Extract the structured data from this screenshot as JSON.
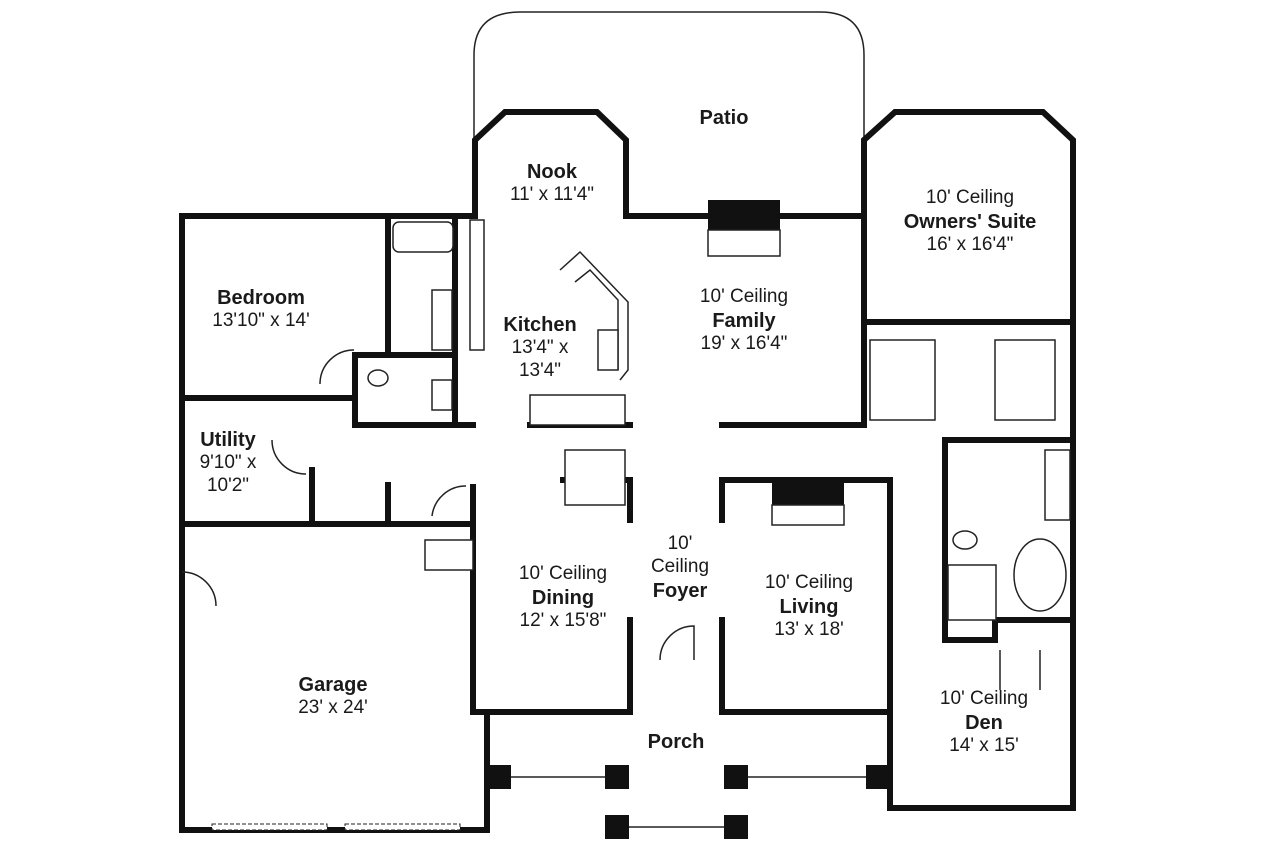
{
  "rooms": {
    "patio": {
      "name": "Patio"
    },
    "nook": {
      "name": "Nook",
      "size": "11' x 11'4\""
    },
    "family": {
      "ceiling": "10' Ceiling",
      "name": "Family",
      "size": "19' x 16'4\""
    },
    "owners": {
      "ceiling": "10' Ceiling",
      "name": "Owners' Suite",
      "size": "16' x 16'4\""
    },
    "bedroom": {
      "name": "Bedroom",
      "size": "13'10\" x 14'"
    },
    "kitchen": {
      "name": "Kitchen",
      "size_line1": "13'4\" x",
      "size_line2": "13'4\""
    },
    "utility": {
      "name": "Utility",
      "size_line1": "9'10\" x",
      "size_line2": "10'2\""
    },
    "foyer": {
      "ceiling_line1": "10'",
      "ceiling_line2": "Ceiling",
      "name": "Foyer"
    },
    "dining": {
      "ceiling": "10' Ceiling",
      "name": "Dining",
      "size": "12' x 15'8\""
    },
    "living": {
      "ceiling": "10' Ceiling",
      "name": "Living",
      "size": "13' x 18'"
    },
    "garage": {
      "name": "Garage",
      "size": "23' x 24'"
    },
    "porch": {
      "name": "Porch"
    },
    "den": {
      "ceiling": "10' Ceiling",
      "name": "Den",
      "size": "14' x 15'"
    }
  }
}
